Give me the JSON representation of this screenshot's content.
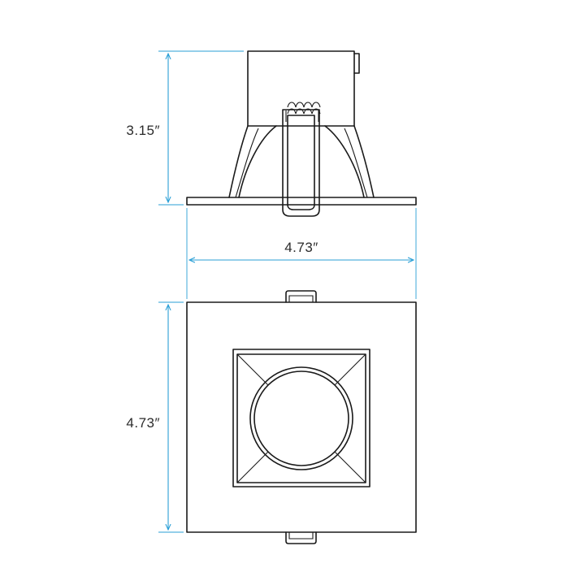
{
  "colors": {
    "dimension": "#2a9fd6",
    "ink": "#1a1a1a",
    "background": "#ffffff"
  },
  "dimensions": {
    "height": "3.15″",
    "width": "4.73″",
    "depth": "4.73″"
  }
}
